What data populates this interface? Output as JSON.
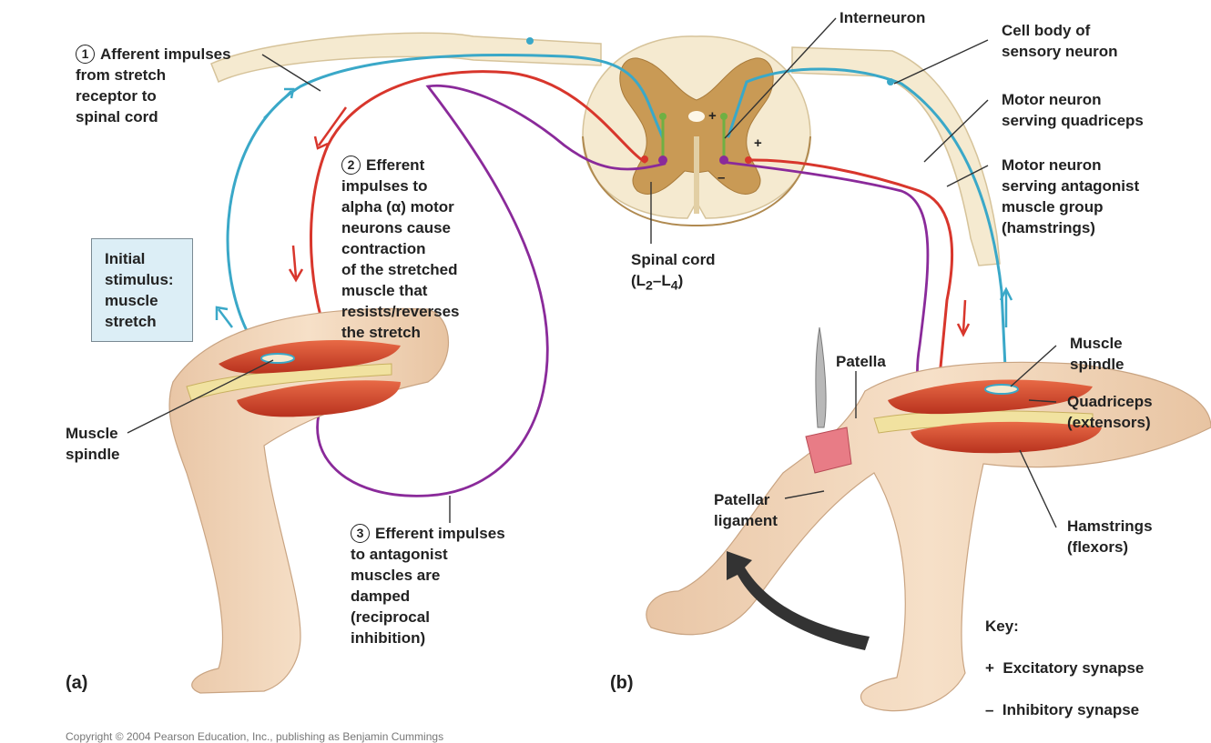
{
  "panel_a": {
    "letter": "(a)",
    "step1": {
      "num": "1",
      "text": "Afferent impulses\nfrom stretch\nreceptor to\nspinal cord"
    },
    "step2": {
      "num": "2",
      "text": "Efferent\nimpulses to\nalpha (α) motor\nneurons cause\ncontraction\nof the stretched\nmuscle that\nresists/reverses\nthe stretch"
    },
    "step3": {
      "num": "3",
      "text": "Efferent impulses\nto antagonist\nmuscles are\ndamped\n(reciprocal\ninhibition)"
    },
    "stimulus": "Initial\nstimulus:\nmuscle\nstretch",
    "muscle_spindle": "Muscle\nspindle"
  },
  "spinal_cord": {
    "label": "Spinal cord",
    "levels_open": "(L",
    "sub1": "2",
    "dash": "–L",
    "sub2": "4",
    "levels_close": ")",
    "plus": "+",
    "minus": "–"
  },
  "labels": {
    "interneuron": "Interneuron",
    "cell_body": "Cell body of\nsensory neuron",
    "motor_quadriceps": "Motor neuron\nserving quadriceps",
    "motor_antagonist": "Motor neuron\nserving antagonist\nmuscle group\n(hamstrings)"
  },
  "panel_b": {
    "letter": "(b)",
    "patella": "Patella",
    "muscle_spindle": "Muscle\nspindle",
    "quadriceps": "Quadriceps\n(extensors)",
    "patellar_ligament": "Patellar\nligament",
    "hamstrings": "Hamstrings\n(flexors)"
  },
  "key": {
    "title": "Key:",
    "excitatory_symbol": "+",
    "excitatory": "Excitatory synapse",
    "inhibitory_symbol": "–",
    "inhibitory": "Inhibitory synapse"
  },
  "copyright": "Copyright © 2004 Pearson Education, Inc., publishing as Benjamin Cummings",
  "colors": {
    "afferent": "#3aa8c8",
    "efferent_alpha": "#d8362c",
    "inhibitory_path": "#8a2a9a",
    "interneuron": "#6fb043",
    "gray_matter": "#c99a55",
    "white_matter": "#f5ead0",
    "skin": "#f2d9bf",
    "muscle": "#d94a30",
    "stimulus_box": "#dceef6"
  },
  "icons": [
    "knee-hammer-icon",
    "kick-direction-arrow-icon"
  ]
}
